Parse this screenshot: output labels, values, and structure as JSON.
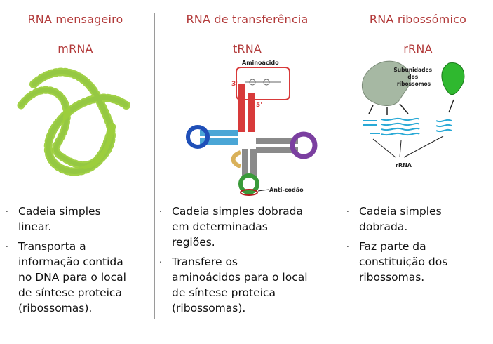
{
  "columns": [
    {
      "title": "RNA mensageiro",
      "subtitle": "mRNA",
      "bullets": [
        "Cadeia simples\nlinear.",
        "Transporta a\ninformação contida\nno DNA para o local\nde síntese proteica\n(ribossomas)."
      ]
    },
    {
      "title": "RNA de transferência",
      "subtitle": "tRNA",
      "figure_labels": {
        "aminoacid": "Aminoácido",
        "end3": "3'",
        "end5": "5'",
        "anticodon": "Anti-codão"
      },
      "bullets": [
        "Cadeia simples dobrada\nem determinadas\nregiões.",
        "Transfere os\naminoácidos para o local\nde síntese proteica\n(ribossomas)."
      ]
    },
    {
      "title": "RNA ribossómico",
      "subtitle": "rRNA",
      "figure_labels": {
        "subunits": "Subunidades\ndos\nribossomos",
        "rrna": "rRNA"
      },
      "bullets": [
        "Cadeia simples\ndobrada.",
        "Faz parte da\nconstituição dos\nribossomas."
      ]
    }
  ],
  "colors": {
    "heading": "#b23a3a",
    "mrna_blue": "#1f4fb8",
    "mrna_green": "#9ccf3c",
    "trna_red": "#d83a3a",
    "trna_blue": "#4aa6d6",
    "trna_purple": "#7b3fa0",
    "trna_green": "#3a9a3a",
    "ribosome_gray": "#9fb39a",
    "ribosome_green": "#2fb82f",
    "rrna_cyan": "#29a9d6"
  }
}
